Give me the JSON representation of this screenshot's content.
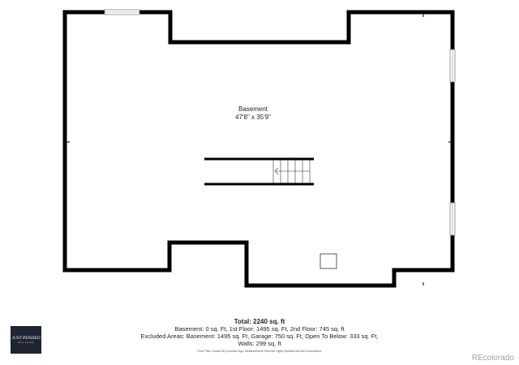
{
  "room": {
    "name": "Basement",
    "dimensions": "47'8\" x 35'9\""
  },
  "summary": {
    "total": "Total: 2240 sq. ft",
    "line1": "Basement: 0 sq. Ft, 1st Floor: 1495 sq. Ft, 2nd Floor: 745 sq. ft",
    "line2": "Excluded Areas: Basement: 1495 sq. Ft, Garage: 750 sq. Ft, Open To Below: 333 sq. Ft,",
    "line3": "Walls: 299 sq. ft",
    "disclaimer": "Floor Plan Created By Colorado App. Measurements Deemed Highly Reliable But Not Guaranteed."
  },
  "logo": {
    "text": "JUST PENDED",
    "subtext": "REAL ESTATE"
  },
  "watermark": "REcolorado",
  "colors": {
    "wall": "#000000",
    "logo_bg": "#1f2433",
    "watermark": "#9aa1a8"
  }
}
